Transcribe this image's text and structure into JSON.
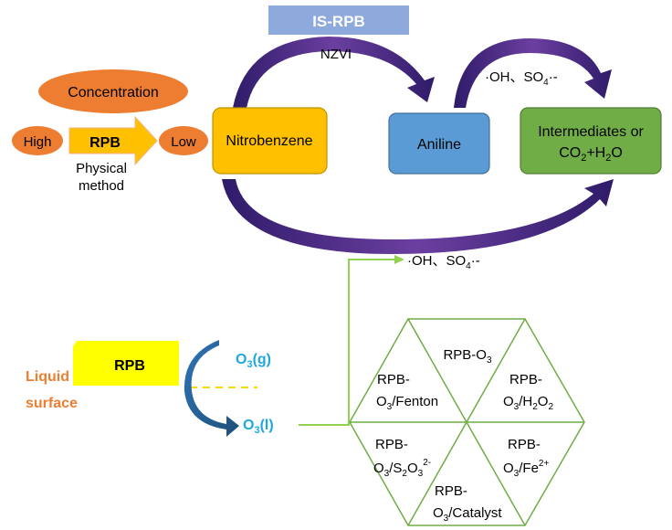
{
  "top": {
    "is_rpb": "IS-RPB",
    "nzvi": "NZVI",
    "concentration": "Concentration",
    "high": "High",
    "low": "Low",
    "rpb_label": "RPB",
    "physical": "Physical",
    "method": "method",
    "nitrobenzene": "Nitrobenzene",
    "aniline": "Aniline",
    "intermediates_line1": "Intermediates or",
    "co2": "CO",
    "co2_sub": "2",
    "plus_h": "+H",
    "h2o_sub": "2",
    "o_end": "O",
    "radical_oh": "·OH、SO",
    "radical_sub": "4",
    "radical_end": "·-"
  },
  "bottom": {
    "radical_oh": "·OH、SO",
    "radical_sub": "4",
    "radical_end": "·-",
    "rpb_label": "RPB",
    "liquid": "Liquid",
    "surface": "surface",
    "o3g_o": "O",
    "o3g_sub": "3",
    "o3g_end": "(g)",
    "o3l_o": "O",
    "o3l_sub": "3",
    "o3l_end": "(l)",
    "hex": {
      "top": [
        "RPB-O",
        "3"
      ],
      "left_top": [
        "RPB-",
        "O",
        "3",
        "/Fenton"
      ],
      "right_top": [
        "RPB-",
        "O",
        "3",
        "/H",
        "2",
        "O",
        "2"
      ],
      "left_bottom": [
        "RPB-",
        "O",
        "3",
        "/S",
        "2",
        "O",
        "3",
        "2-"
      ],
      "right_bottom": [
        "RPB-",
        "O",
        "3",
        "/Fe",
        "2+"
      ],
      "bottom": [
        "RPB-",
        "O",
        "3",
        "/Catalyst"
      ]
    }
  },
  "colors": {
    "orange": "#ED7D31",
    "purple": "#5B2A86",
    "gold": "#FFC000",
    "blue": "#5B9BD5",
    "green": "#70AD47",
    "yellow": "#FFFF00",
    "cyan": "#1EA7E1",
    "isrpb": "#8EA9DB"
  }
}
